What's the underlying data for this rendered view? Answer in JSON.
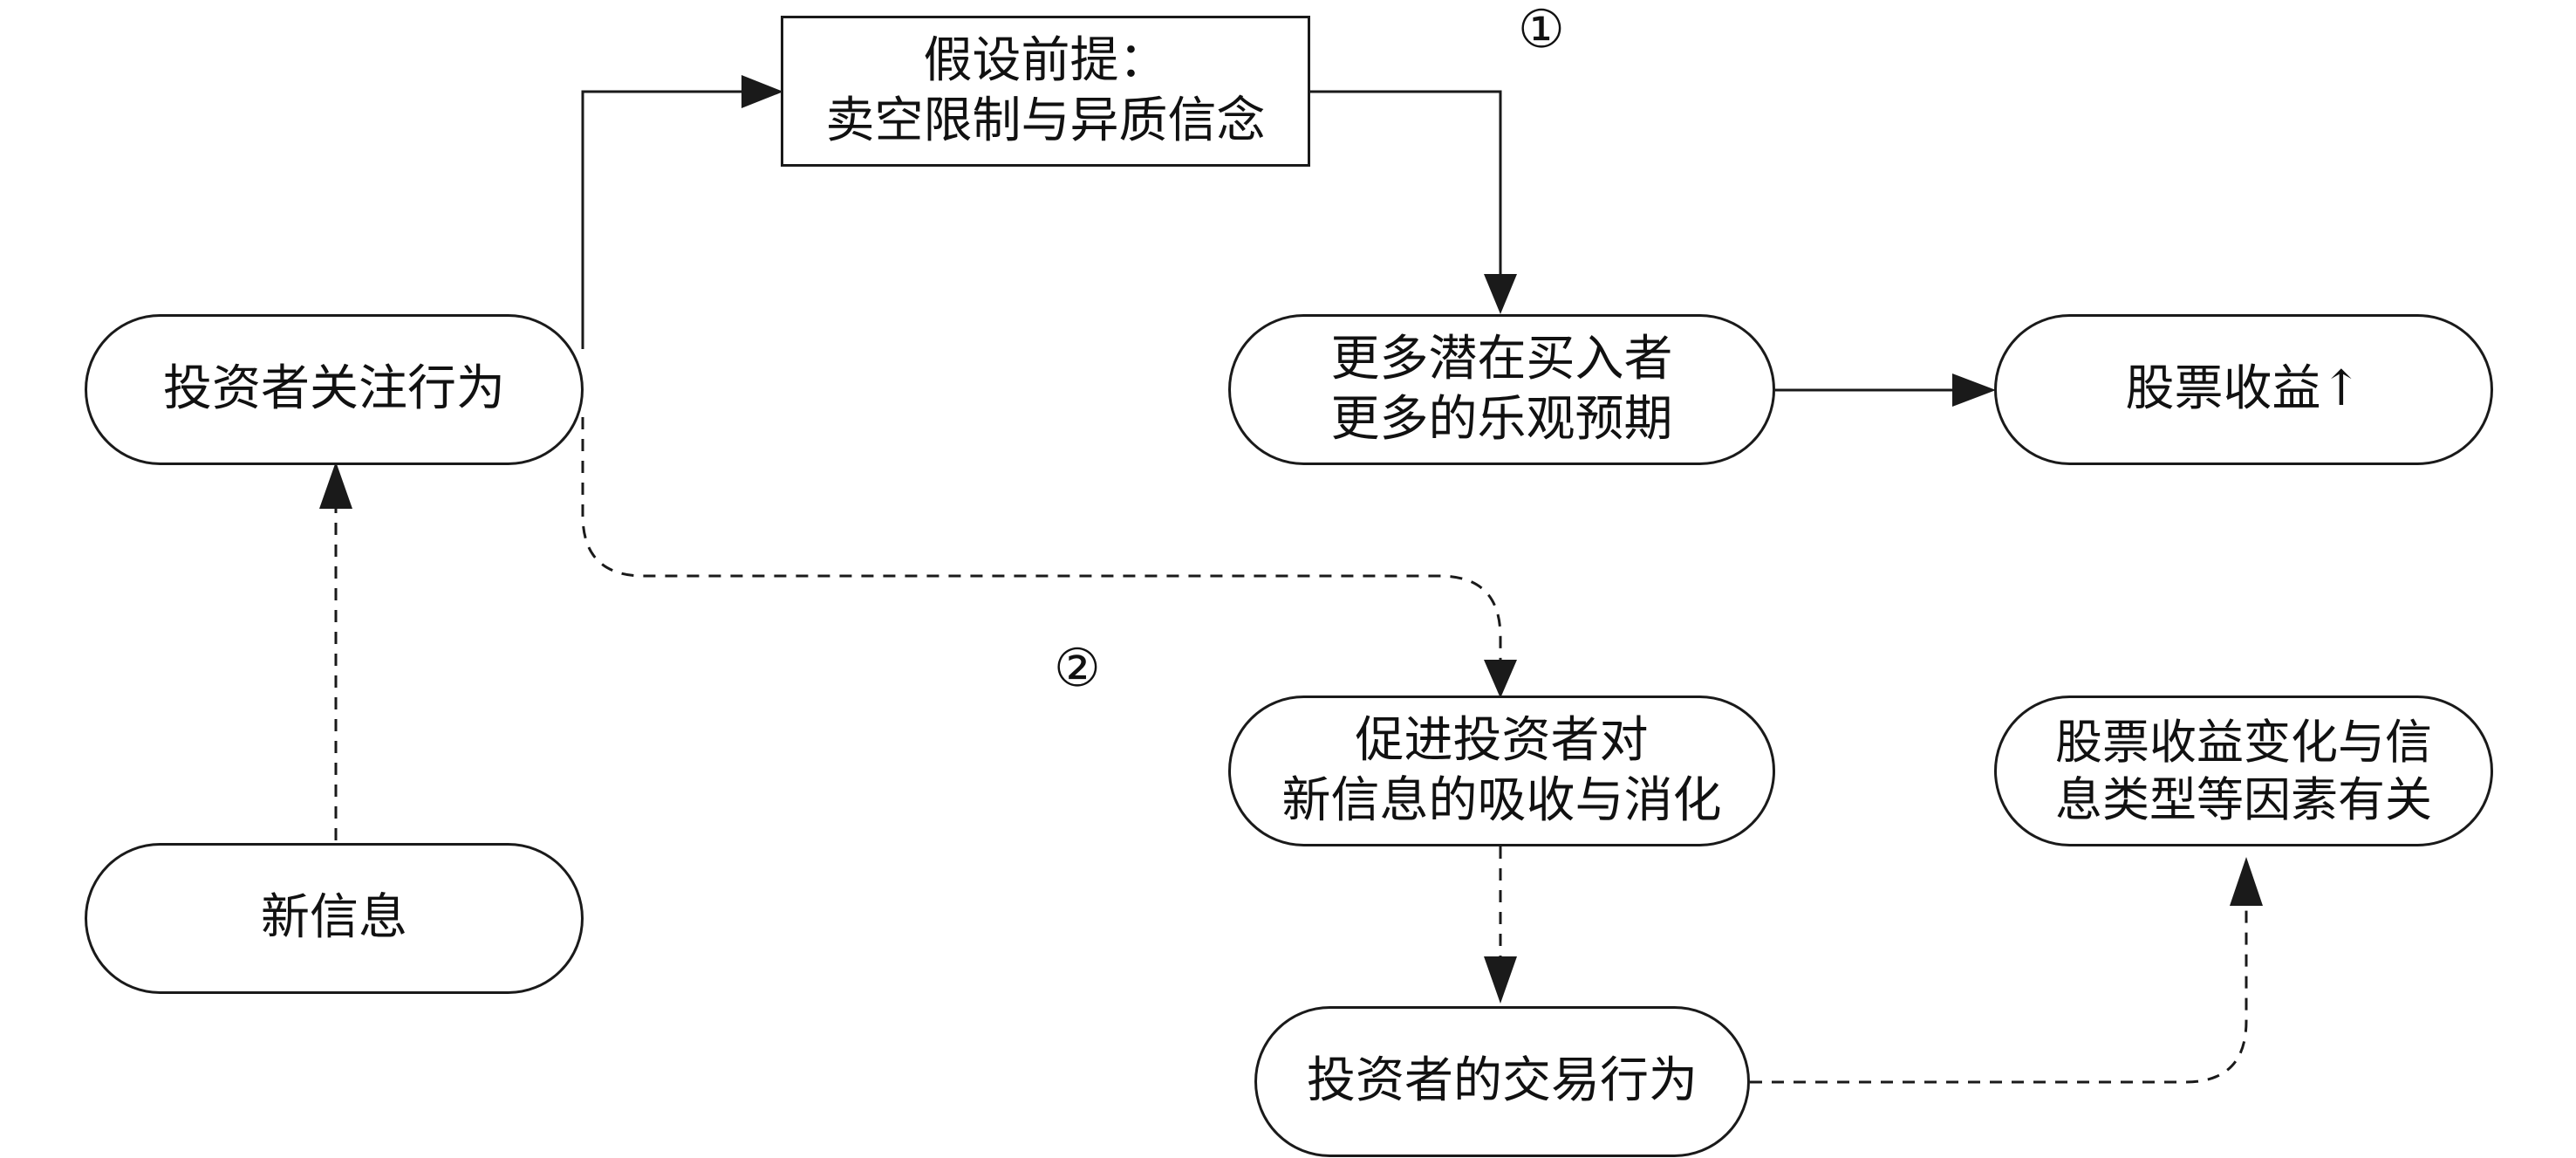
{
  "nodes": {
    "assumption": {
      "line1": "假设前提：",
      "line2": "卖空限制与异质信念"
    },
    "attention": {
      "text": "投资者关注行为"
    },
    "more_buyers": {
      "line1": "更多潜在买入者",
      "line2": "更多的乐观预期"
    },
    "return_up": {
      "text": "股票收益↑"
    },
    "new_info": {
      "text": "新信息"
    },
    "absorb": {
      "line1": "促进投资者对",
      "line2": "新信息的吸收与消化"
    },
    "return_change": {
      "line1": "股票收益变化与信",
      "line2": "息类型等因素有关"
    },
    "trading": {
      "text": "投资者的交易行为"
    }
  },
  "markers": {
    "path1": "①",
    "path2": "②"
  },
  "colors": {
    "stroke": "#1a1a1a",
    "background": "#ffffff"
  },
  "edges": [
    {
      "from": "new_info",
      "to": "attention",
      "style": "dashed"
    },
    {
      "from": "attention",
      "to": "assumption",
      "style": "solid"
    },
    {
      "from": "assumption",
      "to": "more_buyers",
      "style": "solid"
    },
    {
      "from": "more_buyers",
      "to": "return_up",
      "style": "solid"
    },
    {
      "from": "attention",
      "to": "absorb",
      "style": "dashed"
    },
    {
      "from": "absorb",
      "to": "trading",
      "style": "dashed"
    },
    {
      "from": "trading",
      "to": "return_change",
      "style": "dashed"
    }
  ]
}
